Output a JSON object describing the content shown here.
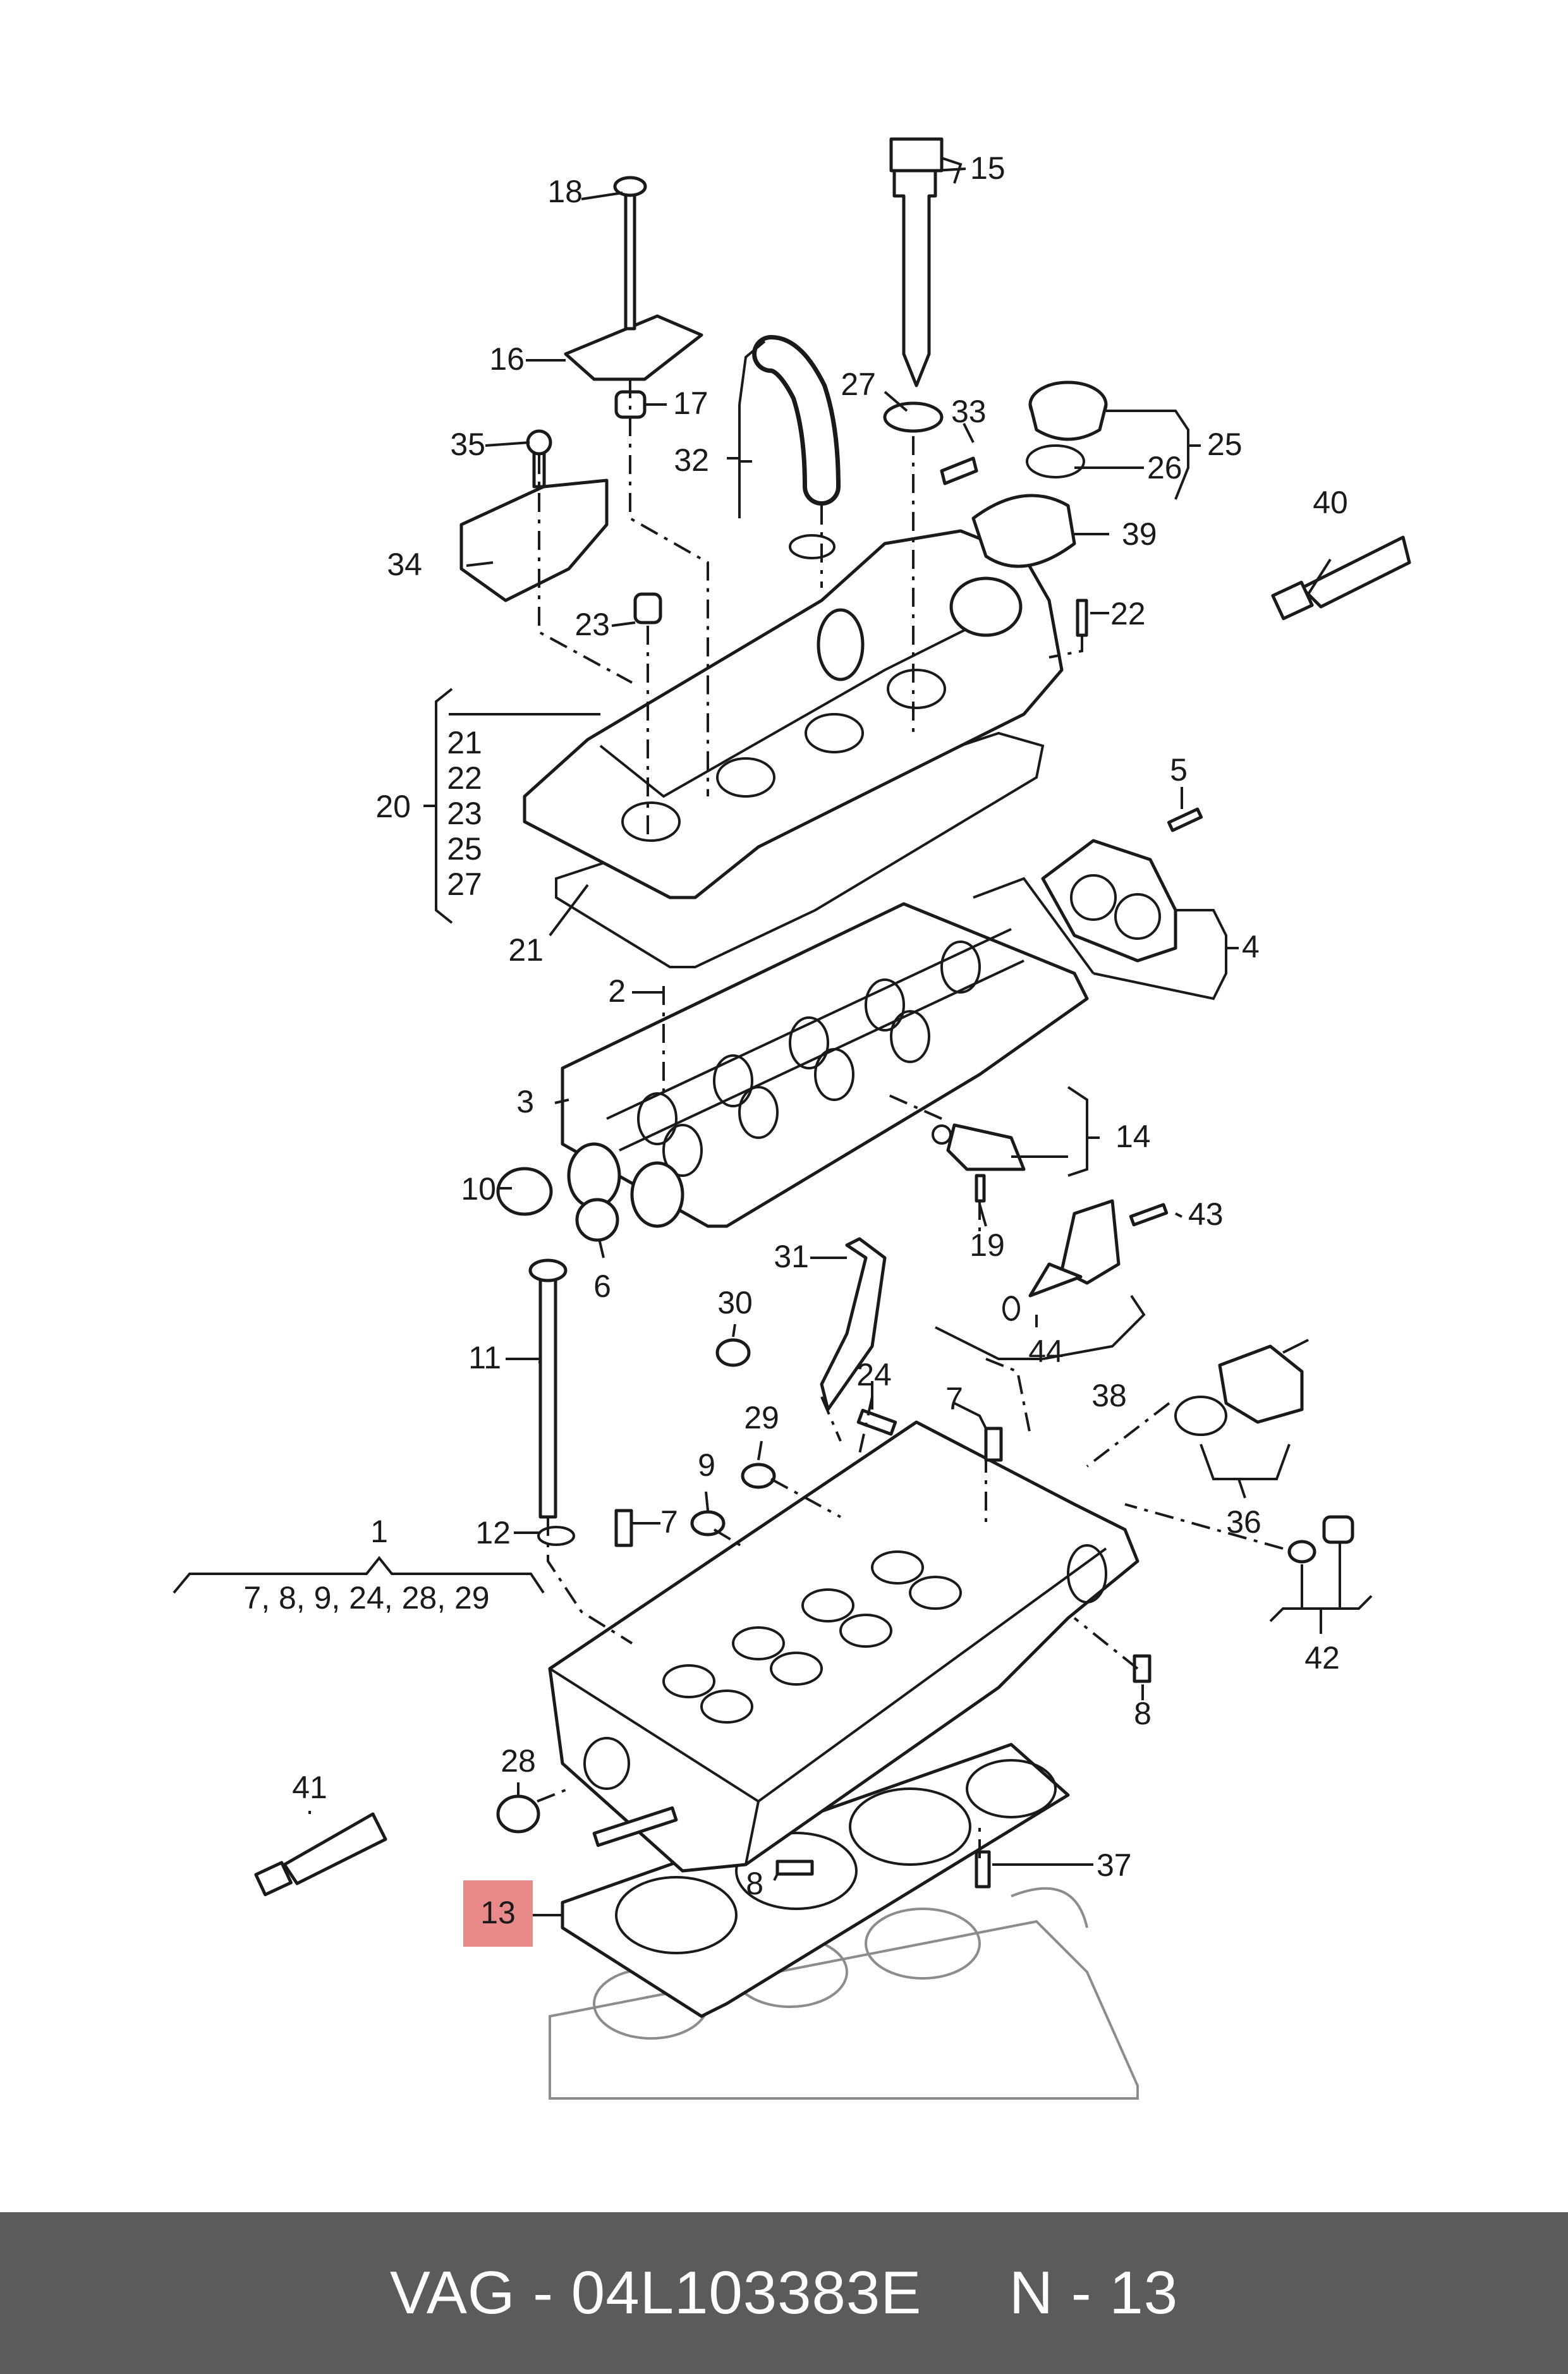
{
  "colors": {
    "highlight": "#e88a8a",
    "footer_bg": "#5b5b5b",
    "footer_text": "#ffffff"
  },
  "labels": {
    "l1": "1",
    "l2": "2",
    "l3": "3",
    "l4": "4",
    "l5": "5",
    "l6": "6",
    "l7a": "7",
    "l7b": "7",
    "l8a": "8",
    "l8b": "8",
    "l9": "9",
    "l10": "10",
    "l11": "11",
    "l12": "12",
    "l13": "13",
    "l14": "14",
    "l15": "15",
    "l16": "16",
    "l17": "17",
    "l18": "18",
    "l19": "19",
    "l20": "20",
    "l21": "21",
    "l22": "22",
    "l23": "23",
    "l24": "24",
    "l25": "25",
    "l26": "26",
    "l27": "27",
    "l28": "28",
    "l29": "29",
    "l30": "30",
    "l31": "31",
    "l32": "32",
    "l33": "33",
    "l34": "34",
    "l35": "35",
    "l36": "36",
    "l37": "37",
    "l38": "38",
    "l39": "39",
    "l40": "40",
    "l41": "41",
    "l42": "42",
    "l43": "43",
    "l44": "44",
    "l20_list": [
      "21",
      "22",
      "23",
      "25",
      "27"
    ],
    "l1_sub": "7, 8, 9, 24, 28, 29"
  },
  "footer": {
    "part_number": "VAG - 04L103383E",
    "page_ref": "N - 13"
  }
}
